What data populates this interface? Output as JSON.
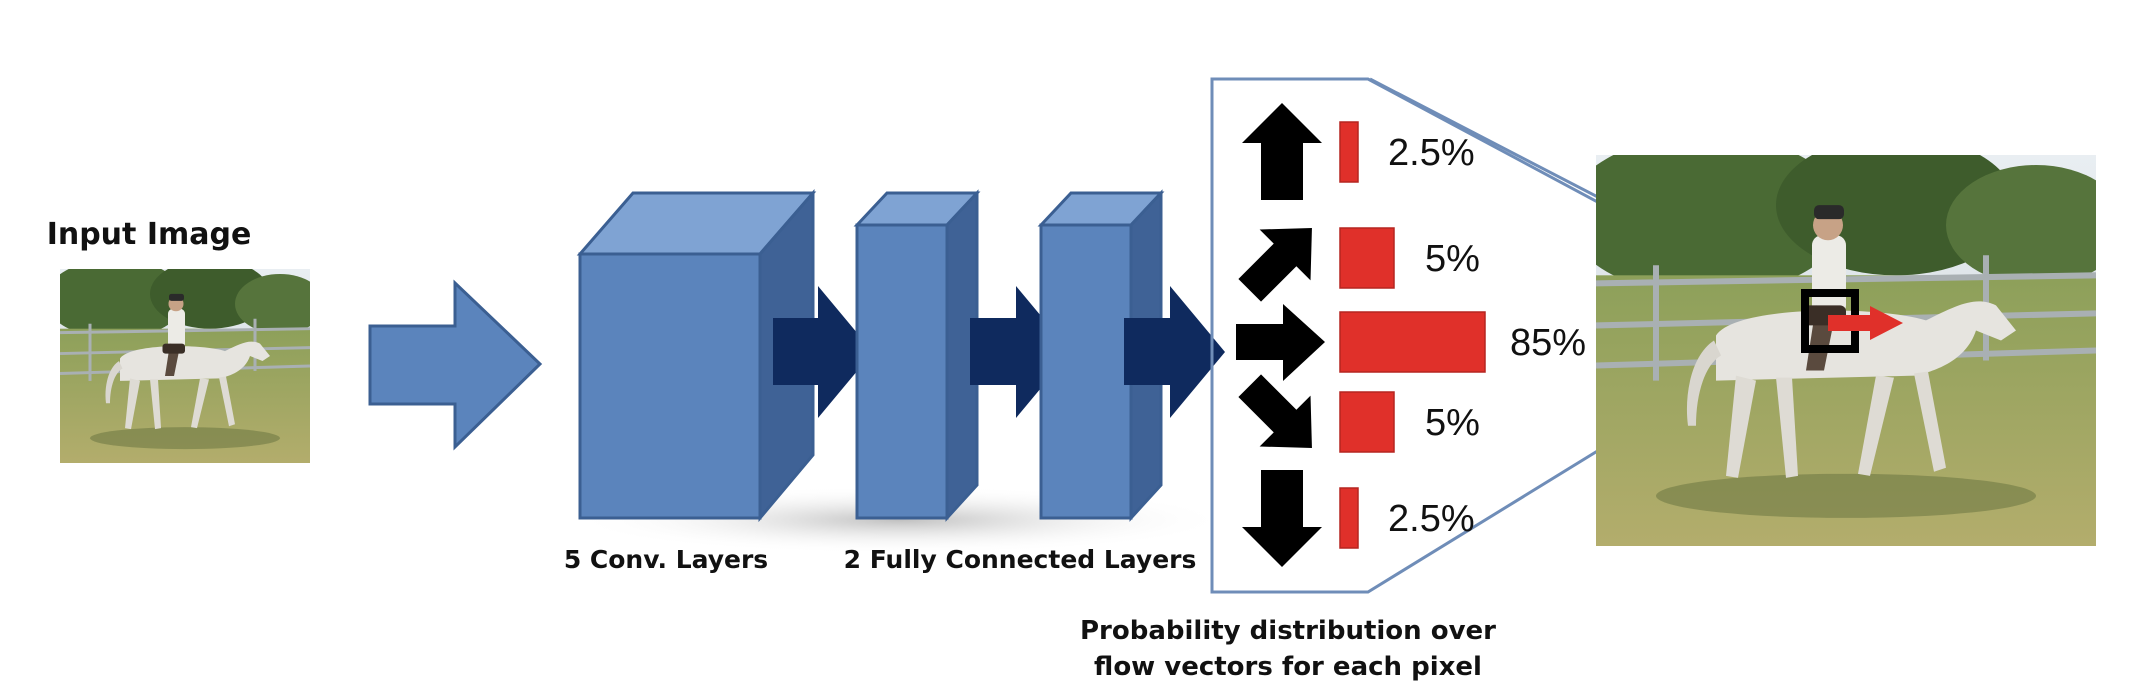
{
  "labels": {
    "input_image": "Input Image",
    "conv_layers": "5 Conv. Layers",
    "fc_layers": "2 Fully Connected Layers",
    "prob_line1": "Probability distribution over",
    "prob_line2": "flow vectors for each pixel"
  },
  "chart_data": {
    "type": "bar",
    "categories": [
      "up",
      "up-right",
      "right",
      "down-right",
      "down"
    ],
    "values": [
      2.5,
      5,
      85,
      5,
      2.5
    ],
    "value_labels": [
      "2.5%",
      "5%",
      "85%",
      "5%",
      "2.5%"
    ]
  },
  "colors": {
    "block_face": "#5b84bc",
    "block_top": "#7fa3d3",
    "block_side": "#3f6296",
    "block_edge": "#3b5f92",
    "dark_arrow": "#0f2a5e",
    "light_arrow": "#5b84bc",
    "bar": "#e0302a",
    "zoom_line": "#6f8db8"
  }
}
